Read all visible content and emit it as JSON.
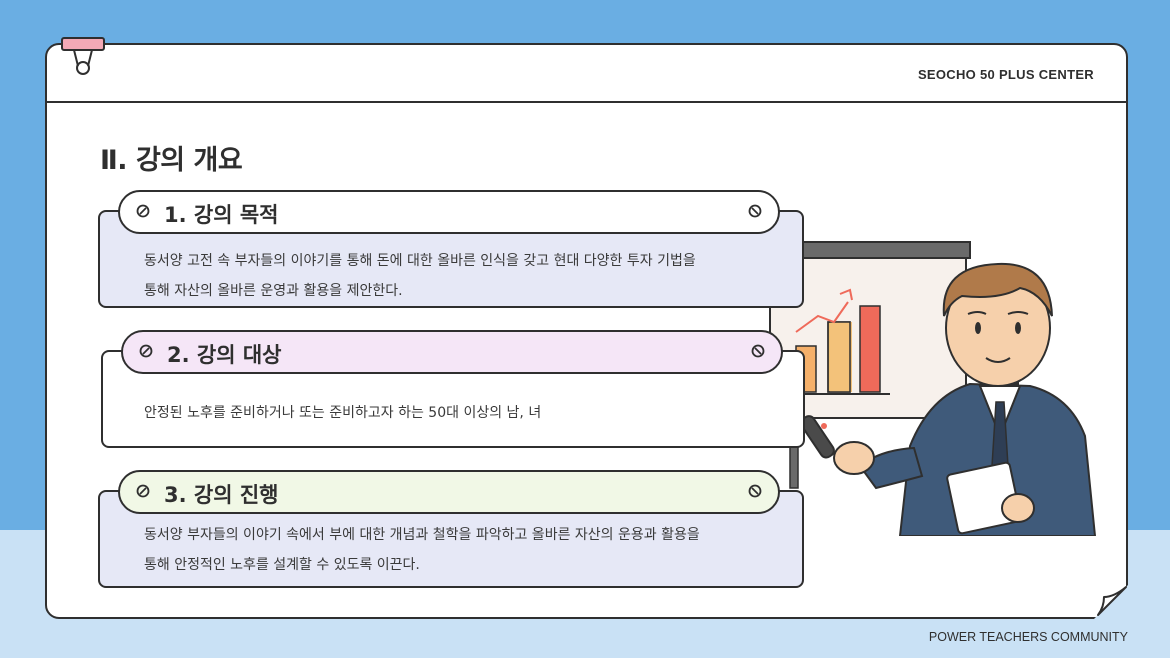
{
  "header": {
    "brand": "SEOCHO 50 PLUS CENTER"
  },
  "page_title": "Ⅱ. 강의 개요",
  "sections": [
    {
      "title": "1.  강의 목적",
      "lines": [
        "동서양 고전 속 부자들의 이야기를 통해 돈에 대한 올바른 인식을 갖고 현대 다양한 투자 기법을",
        "통해 자산의 올바른 운영과 활용을 제안한다."
      ],
      "color": "#e6e8f6"
    },
    {
      "title": "2.  강의 대상",
      "lines": [
        "안정된 노후를 준비하거나 또는 준비하고자 하는 50대 이상의 남, 녀"
      ],
      "color": "#f5e6f7"
    },
    {
      "title": "3.  강의 진행",
      "lines": [
        "동서양 부자들의 이야기 속에서 부에 대한 개념과 철학을 파악하고 올바른 자산의 운용과 활용을",
        "통해 안정적인 노후를 설계할 수 있도록 이끈다."
      ],
      "color": "#e6e8f6"
    }
  ],
  "footer": {
    "text": "POWER TEACHERS COMMUNITY"
  },
  "icons": [
    "binder-clip-icon",
    "pencil-icon",
    "prohibit-icon",
    "page-curl-icon",
    "teacher-illustration"
  ]
}
